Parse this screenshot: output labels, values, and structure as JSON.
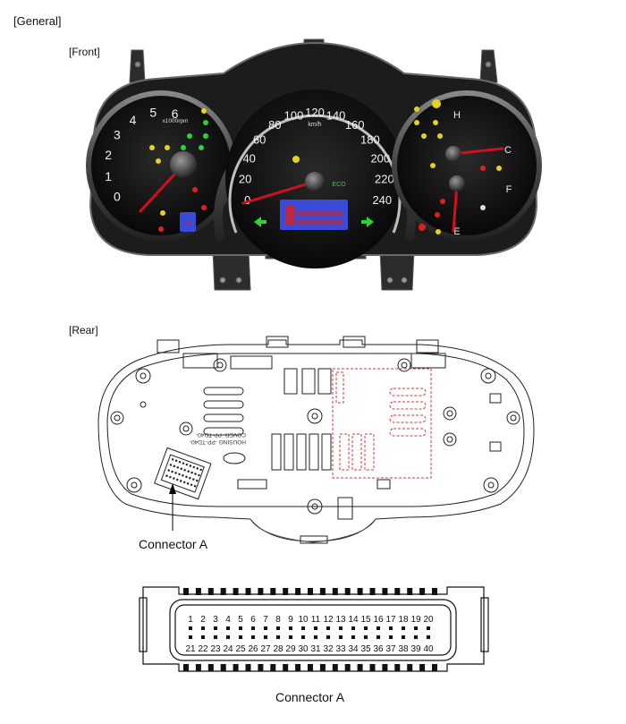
{
  "labels": {
    "general": "[General]",
    "front": "[Front]",
    "rear": "[Rear]",
    "connector_callout": "Connector A",
    "connector_caption": "Connector A"
  },
  "tachometer": {
    "ticks": [
      "0",
      "1",
      "2",
      "3",
      "4",
      "5",
      "6"
    ],
    "unit": "x1000rpm"
  },
  "speedometer": {
    "ticks": [
      "0",
      "20",
      "40",
      "60",
      "80",
      "100",
      "120",
      "140",
      "160",
      "180",
      "200",
      "220",
      "240"
    ],
    "unit": "km/h",
    "eco_label": "ECO"
  },
  "temperature_gauge": {
    "hot": "H",
    "cold": "C"
  },
  "fuel_gauge": {
    "full": "F",
    "empty": "E"
  },
  "connector": {
    "pins_top": [
      "1",
      "2",
      "3",
      "4",
      "5",
      "6",
      "7",
      "8",
      "9",
      "10",
      "11",
      "12",
      "13",
      "14",
      "15",
      "16",
      "17",
      "18",
      "19",
      "20"
    ],
    "pins_bottom": [
      "21",
      "22",
      "23",
      "24",
      "25",
      "26",
      "27",
      "28",
      "29",
      "30",
      "31",
      "32",
      "33",
      "34",
      "35",
      "36",
      "37",
      "38",
      "39",
      "40"
    ]
  },
  "colors": {
    "needle": "#d0101a",
    "dial_face": "#111111",
    "indicator_green": "#2fd23a",
    "indicator_yellow": "#e6d21a",
    "indicator_red": "#e0201a",
    "lcd": "#3a4bd8"
  }
}
